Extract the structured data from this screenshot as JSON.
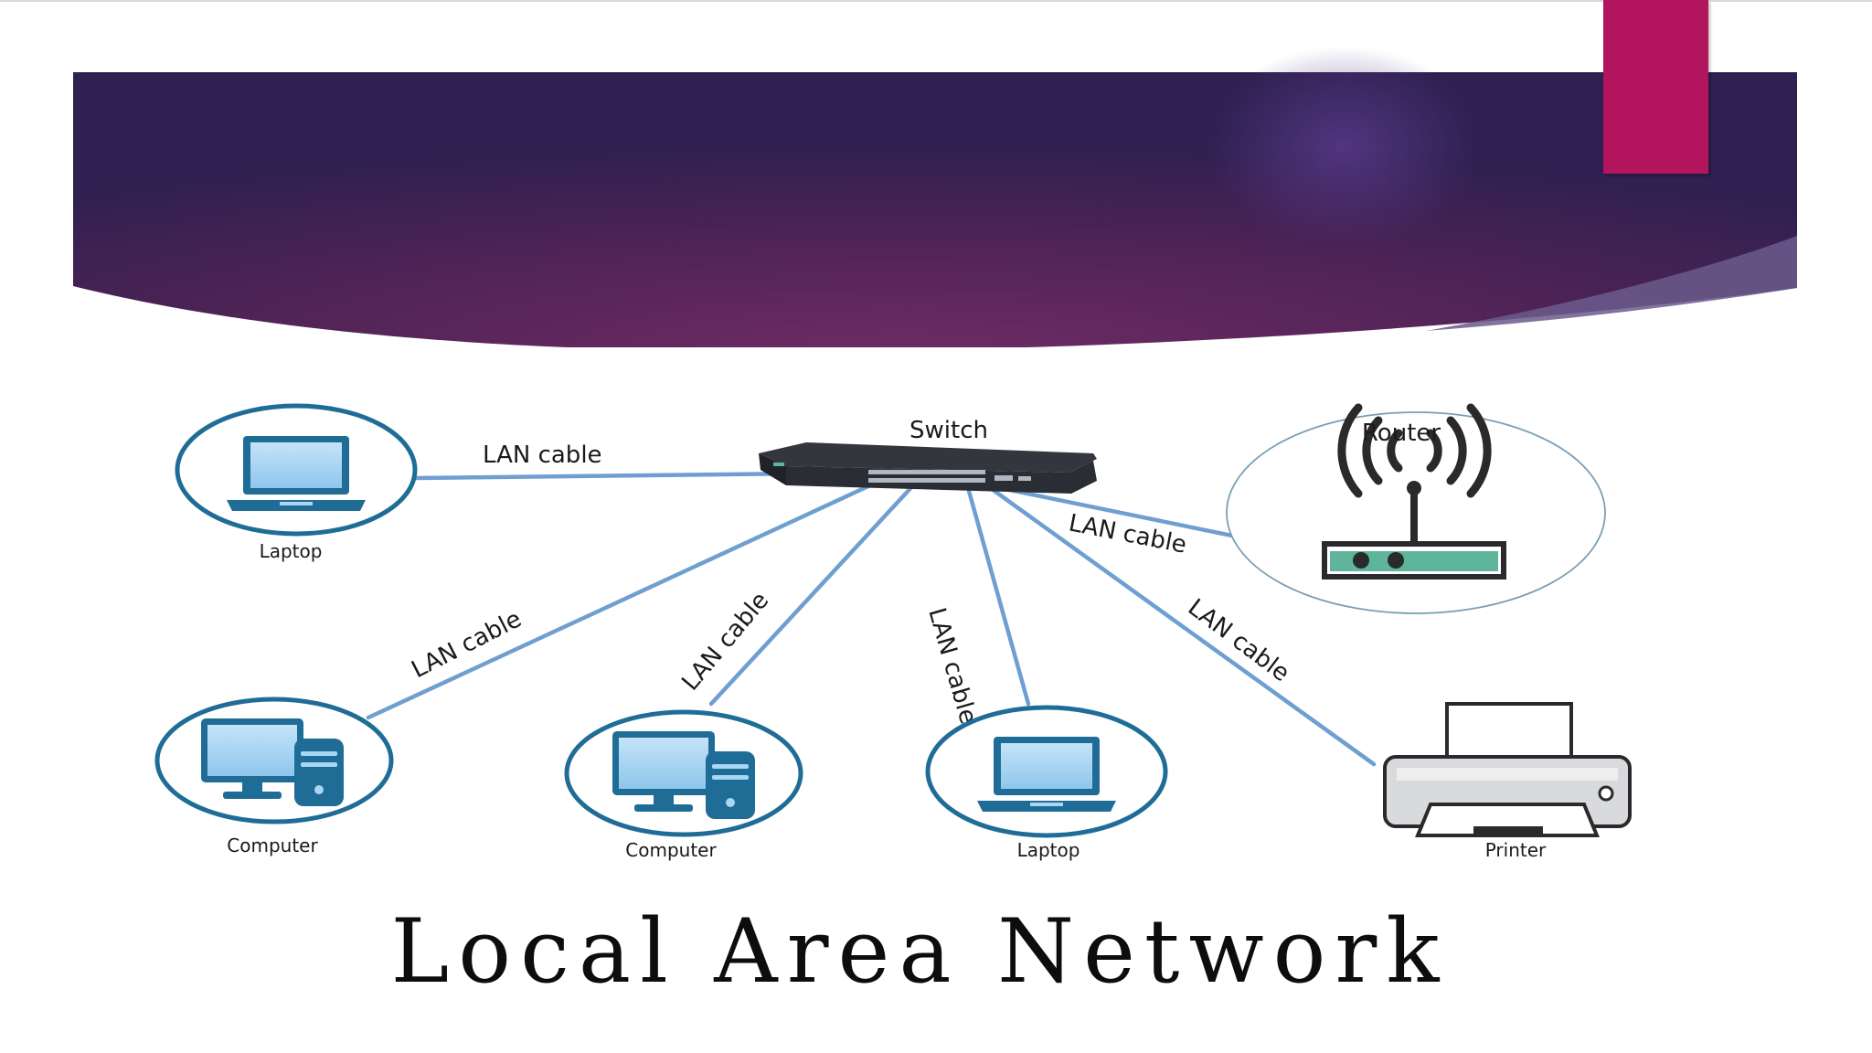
{
  "title": "Local Area Network",
  "hub": {
    "switch": "Switch",
    "router": "Router"
  },
  "cable_label": "LAN cable",
  "devices": {
    "laptop_top": "Laptop",
    "computer_left": "Computer",
    "computer_middle": "Computer",
    "laptop_bottom": "Laptop",
    "printer": "Printer"
  },
  "colors": {
    "header_dark": "#2e2050",
    "header_light": "#6e2b66",
    "accent": "#b3145e",
    "icon_ring": "#1f6d96",
    "icon_fill": "#a9d6f2",
    "cable": "#6f9fd1",
    "router_green": "#5fb49c"
  }
}
